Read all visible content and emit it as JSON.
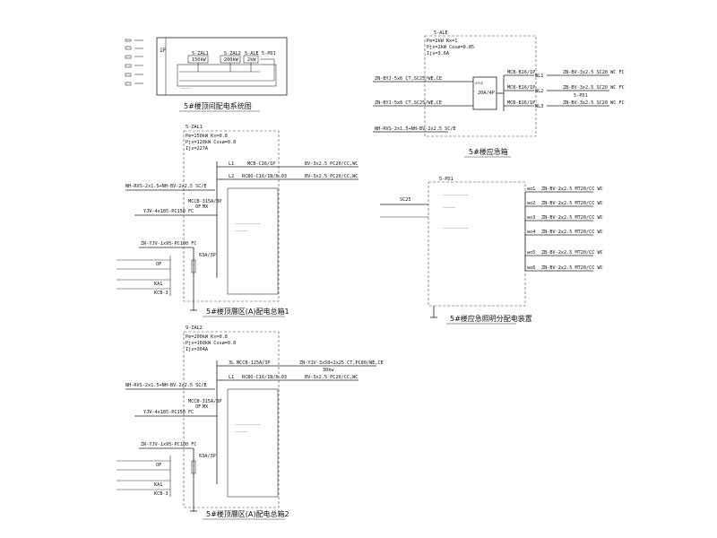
{
  "top_riser": {
    "caption": "5#楼顶间配电系统图",
    "floor": "1F",
    "boxes": [
      "5-ZAL1",
      "5-ZAL2",
      "5-ALE",
      "5-PD1"
    ],
    "box_sub": [
      "150kW",
      "200kW",
      "2kW"
    ]
  },
  "ale_panel": {
    "name": "5-ALE",
    "params": [
      "Pe=2kW Kx=1",
      "Pjs=2kW Cosø=0.85",
      "Ijs=3.6A"
    ],
    "in1": "ZN-BYJ-5x6 CT,SC25/WE,CE",
    "in2": "ZN-BYJ-5x6 CT,SC25/WE,CE",
    "in3": "NH-RVS-2x1.5+NH-BV-2x2.5 SC/E",
    "ats": "20A/4P",
    "breakers": [
      "MCB-B16/1P",
      "MCB-B16/1P",
      "MCB-B16/1P"
    ],
    "circuits": [
      "WL1",
      "WL2",
      "WL3"
    ],
    "outs": [
      "ZN-BV-3x2.5 SC20 WC FC",
      "ZN-BV-3x2.5 SC20 WC FC",
      "ZN-BV-3x2.5 SC20 WC FC"
    ],
    "pd1": "5-PD1",
    "caption": "5#楼应急箱"
  },
  "zal1": {
    "name": "5-ZAL1",
    "params": [
      "Pe=150kW Kx=0.8",
      "Pjs=120kW Cosø=0.8",
      "Ijs=227A"
    ],
    "l1": "L1",
    "l1_breaker": "MCB-C16/1P",
    "l1_cable": "BV-3x2.5 PC20/CC,WC",
    "l2": "L2",
    "l2_breaker": "RCBO-C16/1N/0.03",
    "l2_cable": "BV-3x2.5 PC20/CC,WC",
    "ctrl_in": "NH-RVS-2x1.5+NH-BV-2x2.5 SC/E",
    "main_in": "YJV-4x185-PC150 FC",
    "main_breaker": "MCCB-315A/3P",
    "of": "OF",
    "mx": "MX",
    "aux_in": "ZR-YJV-1x95-PC100 FC",
    "fuse": "63A/3P",
    "ka1": "KA1",
    "kcb": "KCB-3",
    "caption": "5#楼顶層区(A)配电总箱1"
  },
  "pd1": {
    "name": "5-PD1",
    "in_cable": "SC25",
    "circuits": [
      "wo1",
      "wo2",
      "wo3",
      "wo4",
      "wo5",
      "wo6"
    ],
    "outs": [
      "ZN-BV-2x2.5 MT20/CC WC",
      "ZN-BV-2x2.5 MT20/CC WC",
      "ZN-BV-2x2.5 MT20/CC WC",
      "ZN-BV-2x2.5 MT20/CC WC",
      "ZN-BV-2x2.5 MT20/CC WC",
      "ZN-BV-2x2.5 MT20/CC WC"
    ],
    "caption": "5#楼应急照明分配电装置"
  },
  "zal2": {
    "name": "9-ZAL2",
    "params": [
      "Pe=200kW Kx=0.8",
      "Pjs=160kW Cosø=0.8",
      "Ijs=304A"
    ],
    "l0": "3L",
    "l0_breaker": "MCCB-125A/3P",
    "l0_cable": "ZN-YJV-3x50+2x25 CT,PC80/WE,CE",
    "l0_load": "30kw",
    "l1": "L1",
    "l1_breaker": "RCBO-C16/1N/0.03",
    "l1_cable": "BV-3x2.5 PC20/CC,WC",
    "ctrl_in": "NH-RVS-2x1.5+NH-BV-2x2.5 SC/E",
    "main_in": "YJV-4x185-PC150 FC",
    "main_breaker": "MCCB-315A/3P",
    "of": "OF",
    "mx": "MX",
    "aux_in": "ZR-YJV-1x95-PC100 FC",
    "fuse": "63A/3P",
    "ka1": "KA1",
    "kcb": "KCB-3",
    "caption": "5#楼顶層区(A)配电总箱2"
  }
}
